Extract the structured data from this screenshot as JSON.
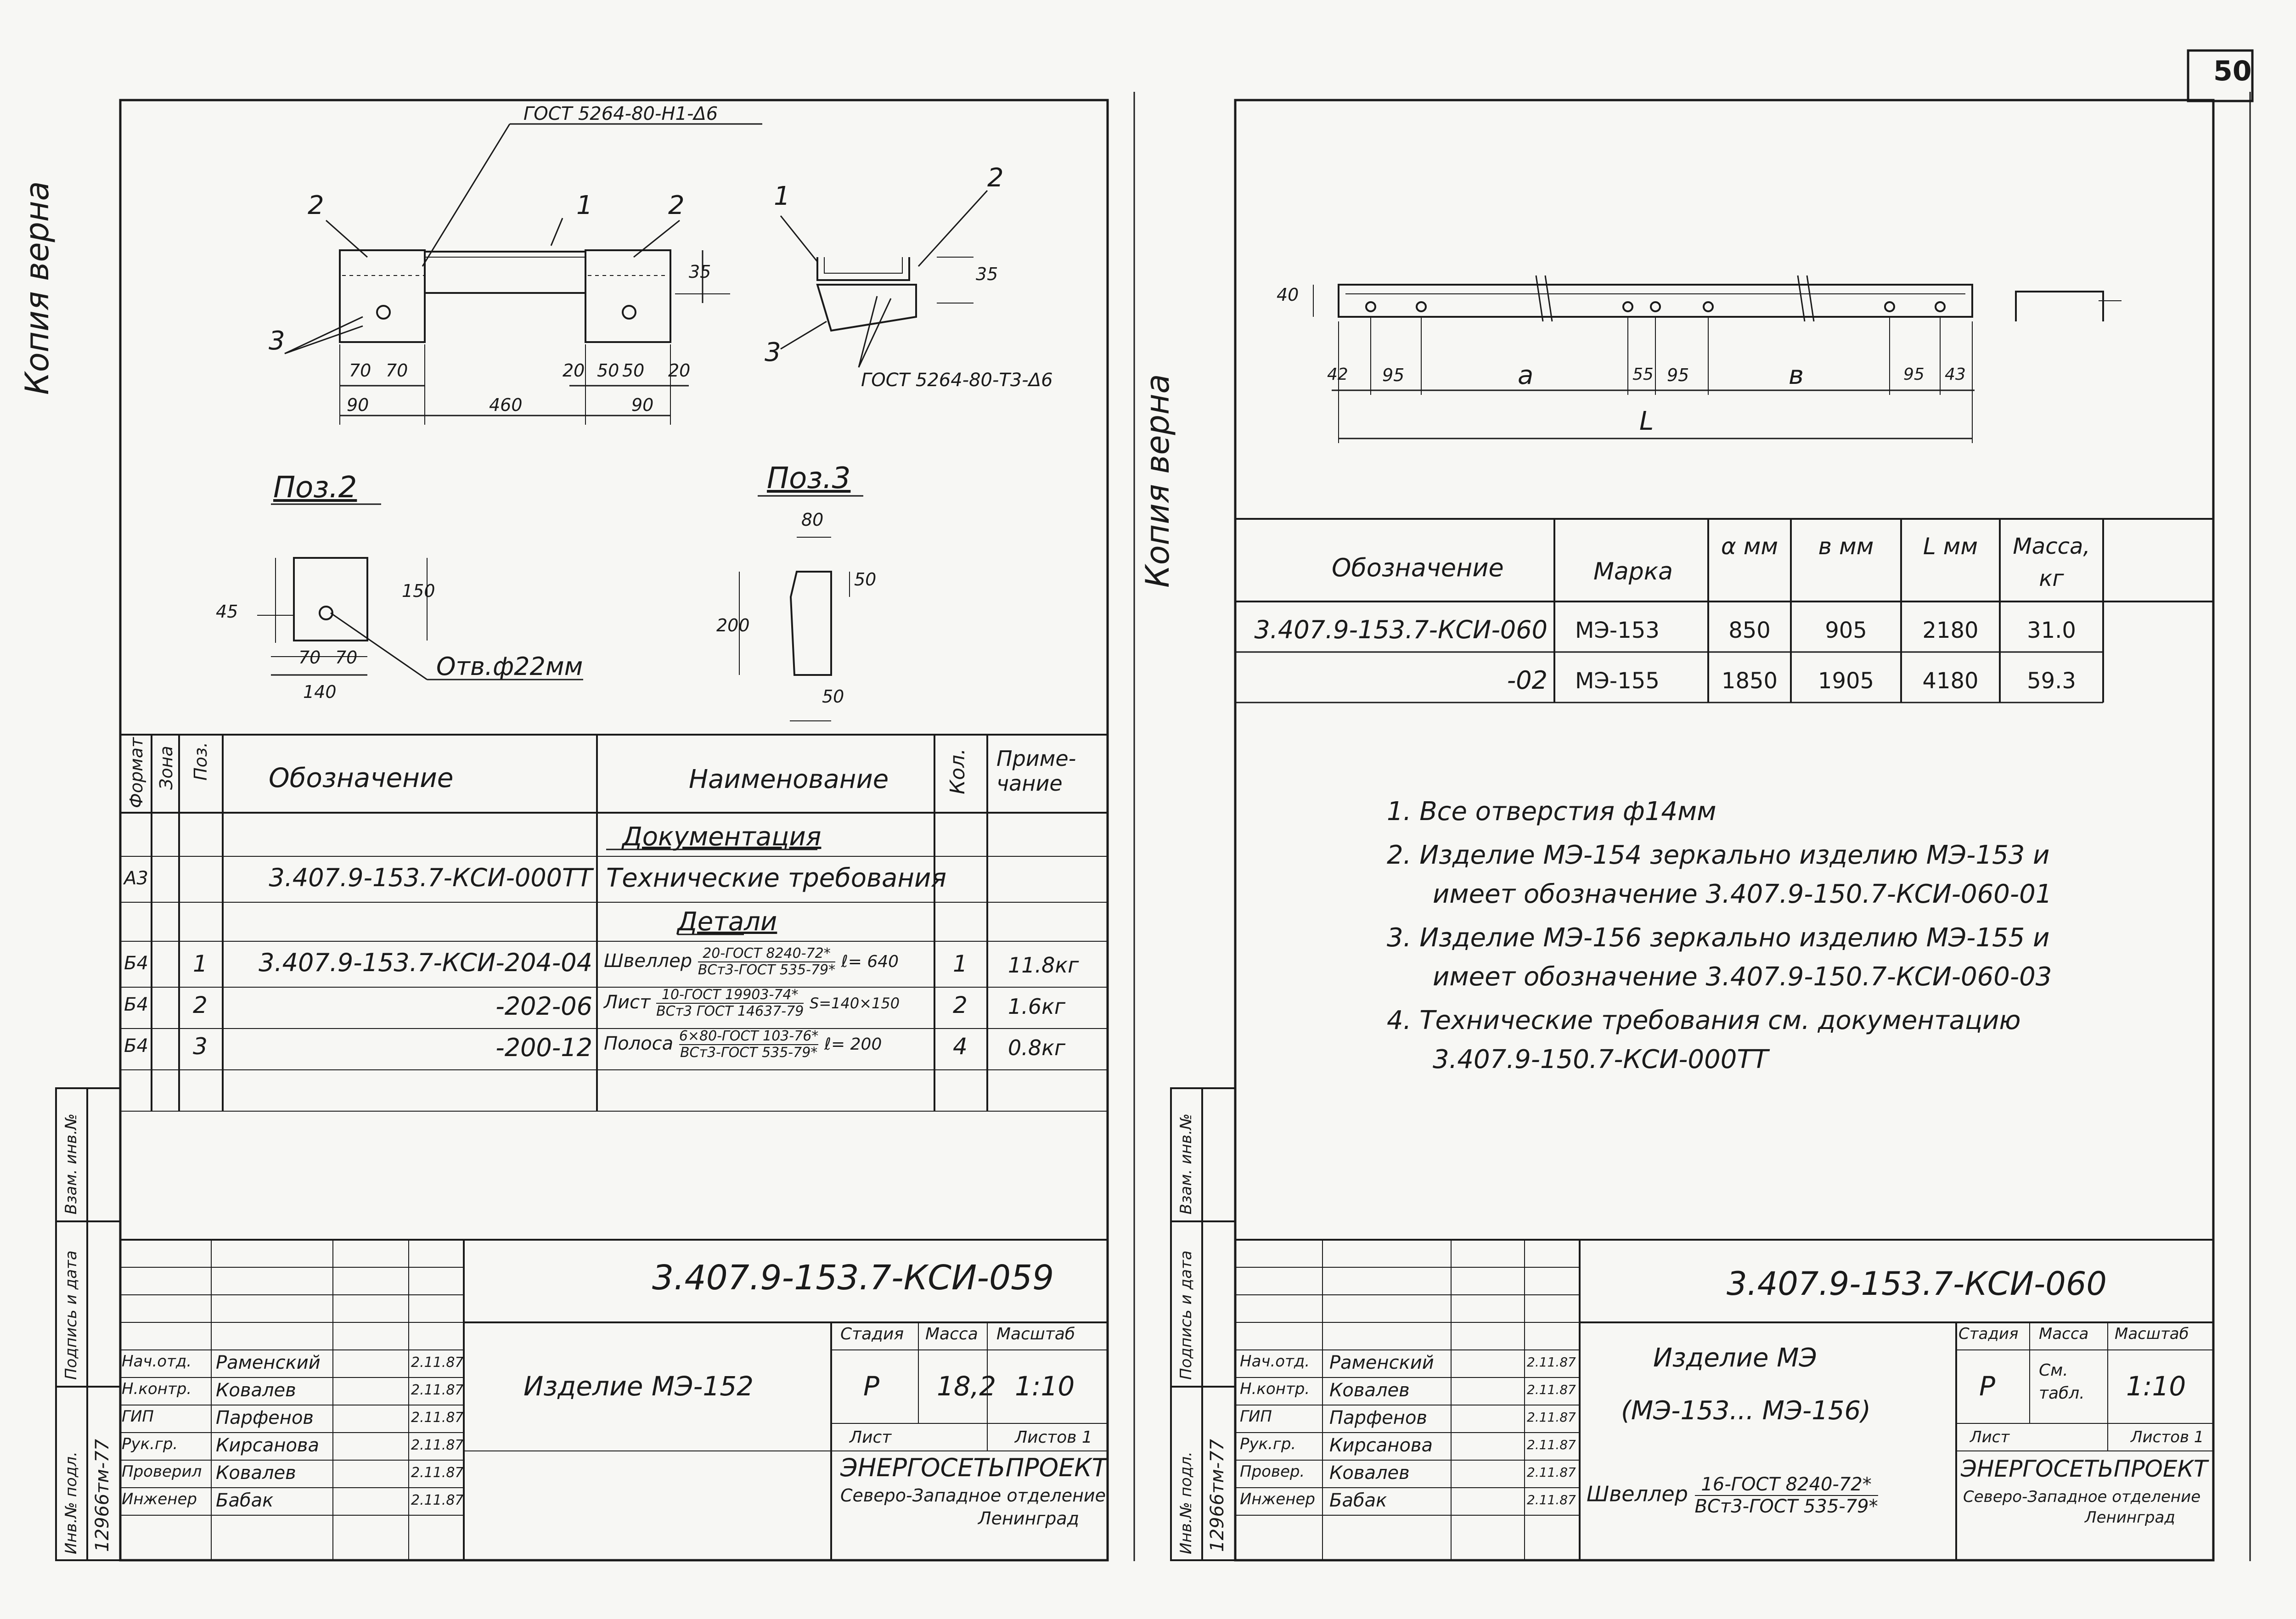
{
  "page_number": "50",
  "left": {
    "margin_stamp": "Копия верна",
    "views": {
      "gost_top": "ГОСТ 5264-80-Н1-Δ6",
      "gost_bottom": "ГОСТ 5264-80-Т3-Δ6",
      "pos_labels": [
        "1",
        "2",
        "2",
        "3",
        "1",
        "2",
        "3"
      ],
      "dims": [
        "35",
        "70",
        "70",
        "90",
        "460",
        "90",
        "20",
        "50",
        "50",
        "20",
        "35"
      ],
      "poz2_title": "Поз.2",
      "poz3_title": "Поз.3",
      "poz2_dims": [
        "45",
        "150",
        "70",
        "70",
        "140"
      ],
      "poz2_hole": "Отв.ф22мм",
      "poz3_dims": [
        "80",
        "50",
        "200",
        "50"
      ]
    },
    "spec": {
      "headers": [
        "Формат",
        "Зона",
        "Поз.",
        "Обозначение",
        "Наименование",
        "Кол.",
        "Приме-чание"
      ],
      "section_docs": "Документация",
      "section_parts": "Детали",
      "rows": [
        {
          "format": "А3",
          "pos": "",
          "designation": "3.407.9-153.7-КСИ-000ТТ",
          "name": "Технические требования",
          "qty": "",
          "note": ""
        },
        {
          "format": "Б4",
          "pos": "1",
          "designation": "3.407.9-153.7-КСИ-204-04",
          "name": "Швеллер",
          "frac_top": "20-ГОСТ 8240-72*",
          "frac_bottom": "ВСт3-ГОСТ 535-79*",
          "extra": "ℓ= 640",
          "qty": "1",
          "note": "11.8кг"
        },
        {
          "format": "Б4",
          "pos": "2",
          "designation": "-202-06",
          "name": "Лист",
          "frac_top": "10-ГОСТ 19903-74*",
          "frac_bottom": "ВСт3 ГОСТ 14637-79",
          "extra": "S=140×150",
          "qty": "2",
          "note": "1.6кг"
        },
        {
          "format": "Б4",
          "pos": "3",
          "designation": "-200-12",
          "name": "Полоса",
          "frac_top": "6×80-ГОСТ 103-76*",
          "frac_bottom": "ВСт3-ГОСТ 535-79*",
          "extra": "ℓ= 200",
          "qty": "4",
          "note": "0.8кг"
        }
      ]
    },
    "side_labels": [
      "Инв.№ подл.",
      "Подпись и дата",
      "Взам. инв.№"
    ],
    "inv_number": "12966тм-77",
    "title_block": {
      "doc_code": "3.407.9-153.7-КСИ-059",
      "product": "Изделие МЭ-152",
      "roles": [
        "Нач.отд.",
        "Н.контр.",
        "ГИП",
        "Рук.гр.",
        "Проверил",
        "Инженер"
      ],
      "names": [
        "Раменский",
        "Ковалев",
        "Парфенов",
        "Кирсанова",
        "Ковалев",
        "Бабак"
      ],
      "dates": [
        "2.11.87",
        "2.11.87",
        "2.11.87",
        "2.11.87",
        "2.11.87",
        "2.11.87"
      ],
      "stage_h": "Стадия",
      "mass_h": "Масса",
      "scale_h": "Масштаб",
      "stage": "Р",
      "mass": "18,2",
      "scale": "1:10",
      "sheet_h": "Лист",
      "sheets_h": "Листов 1",
      "org": "ЭНЕРГОСЕТЬПРОЕКТ",
      "org_sub1": "Северо-Западное отделение",
      "org_sub2": "Ленинград"
    }
  },
  "right": {
    "margin_stamp": "Копия верна",
    "views": {
      "dims_top": [
        "40",
        "42",
        "95",
        "а",
        "55",
        "95",
        "в",
        "95",
        "43",
        "L"
      ]
    },
    "table": {
      "headers": [
        "Обозначение",
        "Марка",
        "α мм",
        "в мм",
        "L мм",
        "Масса, кг"
      ],
      "rows": [
        [
          "3.407.9-153.7-КСИ-060",
          "МЭ-153",
          "850",
          "905",
          "2180",
          "31.0"
        ],
        [
          "-02",
          "МЭ-155",
          "1850",
          "1905",
          "4180",
          "59.3"
        ]
      ]
    },
    "notes": [
      "1. Все отверстия ф14мм",
      "2. Изделие МЭ-154 зеркально изделию МЭ-153 и",
      "имеет обозначение 3.407.9-150.7-КСИ-060-01",
      "3. Изделие МЭ-156 зеркально изделию МЭ-155 и",
      "имеет обозначение 3.407.9-150.7-КСИ-060-03",
      "4. Технические требования см. документацию",
      "3.407.9-150.7-КСИ-000ТТ"
    ],
    "side_labels": [
      "Инв.№ подл.",
      "Подпись и дата",
      "Взам. инв.№"
    ],
    "inv_number": "12966тм-77",
    "title_block": {
      "doc_code": "3.407.9-153.7-КСИ-060",
      "product1": "Изделие МЭ",
      "product2": "(МЭ-153... МЭ-156)",
      "roles": [
        "Нач.отд.",
        "Н.контр.",
        "ГИП",
        "Рук.гр.",
        "Провер.",
        "Инженер"
      ],
      "names": [
        "Раменский",
        "Ковалев",
        "Парфенов",
        "Кирсанова",
        "Ковалев",
        "Бабак"
      ],
      "dates": [
        "2.11.87",
        "2.11.87",
        "2.11.87",
        "2.11.87",
        "2.11.87",
        "2.11.87"
      ],
      "stage_h": "Стадия",
      "mass_h": "Масса",
      "scale_h": "Масштаб",
      "stage": "Р",
      "mass": "См. табл.",
      "scale": "1:10",
      "sheet_h": "Лист",
      "sheets_h": "Листов 1",
      "material_label": "Швеллер",
      "material_top": "16-ГОСТ 8240-72*",
      "material_bottom": "ВСт3-ГОСТ 535-79*",
      "org": "ЭНЕРГОСЕТЬПРОЕКТ",
      "org_sub1": "Северо-Западное отделение",
      "org_sub2": "Ленинград"
    }
  }
}
